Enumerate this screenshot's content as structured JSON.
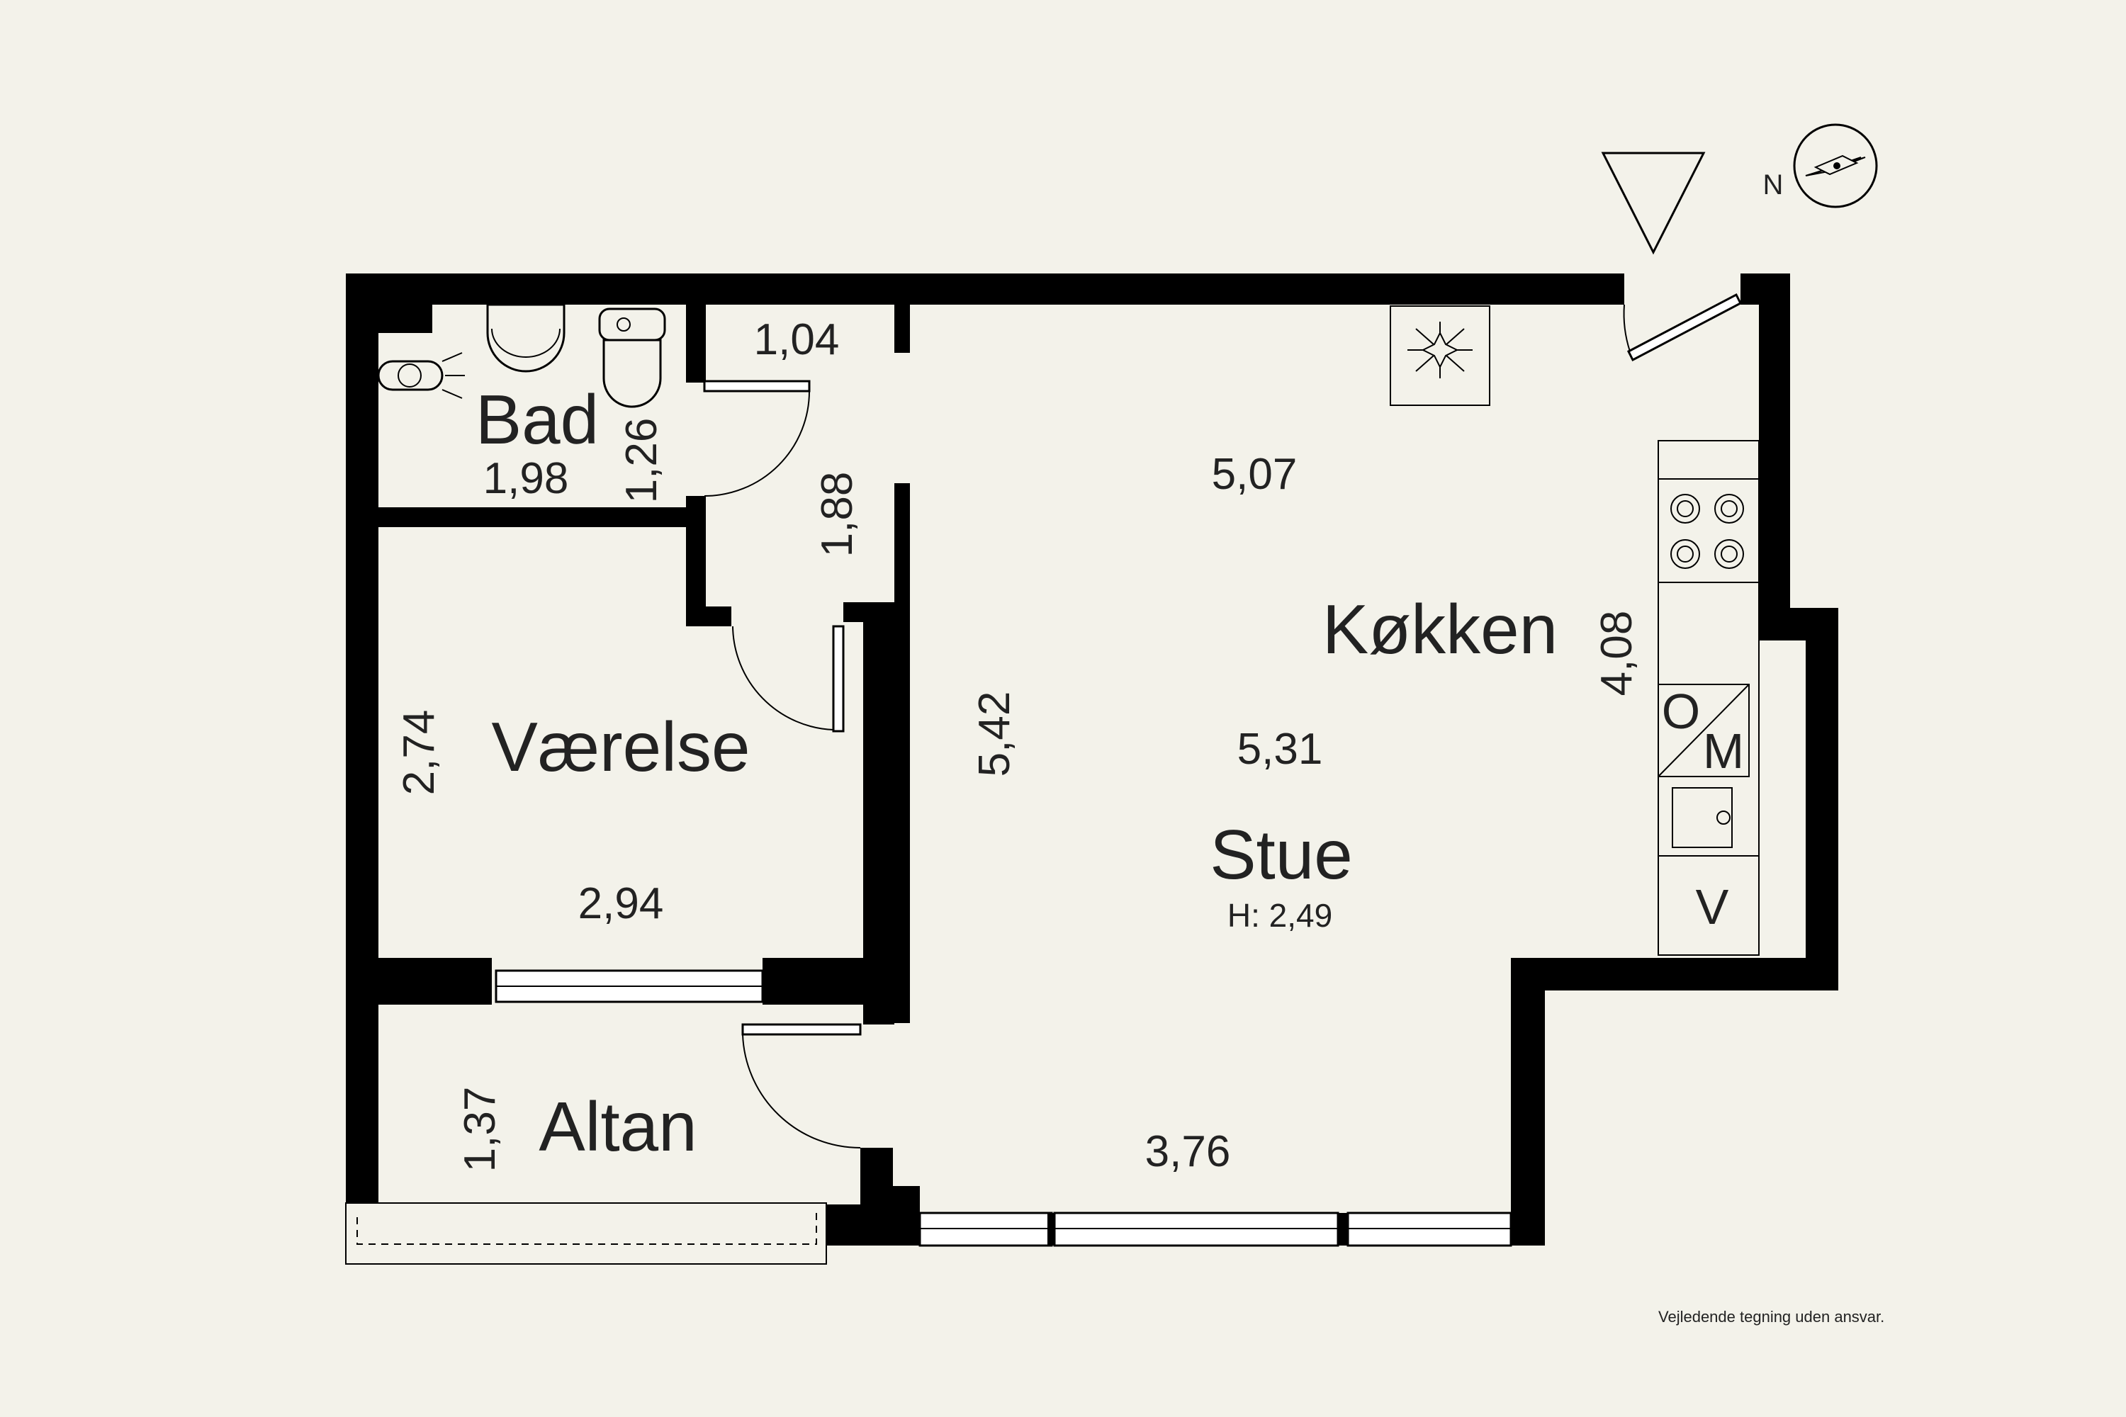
{
  "rooms": {
    "bad": "Bad",
    "vaerelse": "Værelse",
    "altan": "Altan",
    "koekken": "Køkken",
    "stue": "Stue",
    "stue_height": "H: 2,49"
  },
  "dimensions": {
    "bad_width": "1,98",
    "bad_depth": "1,26",
    "hall_width": "1,04",
    "hall_length": "1,88",
    "vaerelse_height": "2,74",
    "vaerelse_width": "2,94",
    "altan_depth": "1,37",
    "stue_height_dim": "5,42",
    "kitchen_top_width": "5,07",
    "kitchen_depth": "4,08",
    "stue_width": "5,31",
    "bottom_width": "3,76"
  },
  "appliances": {
    "oven_o": "O",
    "oven_m": "M",
    "washer": "V"
  },
  "compass": {
    "north_label": "N"
  },
  "disclaimer": "Vejledende tegning uden ansvar.",
  "colors": {
    "background": "#f3f2ea",
    "walls": "#000000",
    "text": "#222222"
  }
}
